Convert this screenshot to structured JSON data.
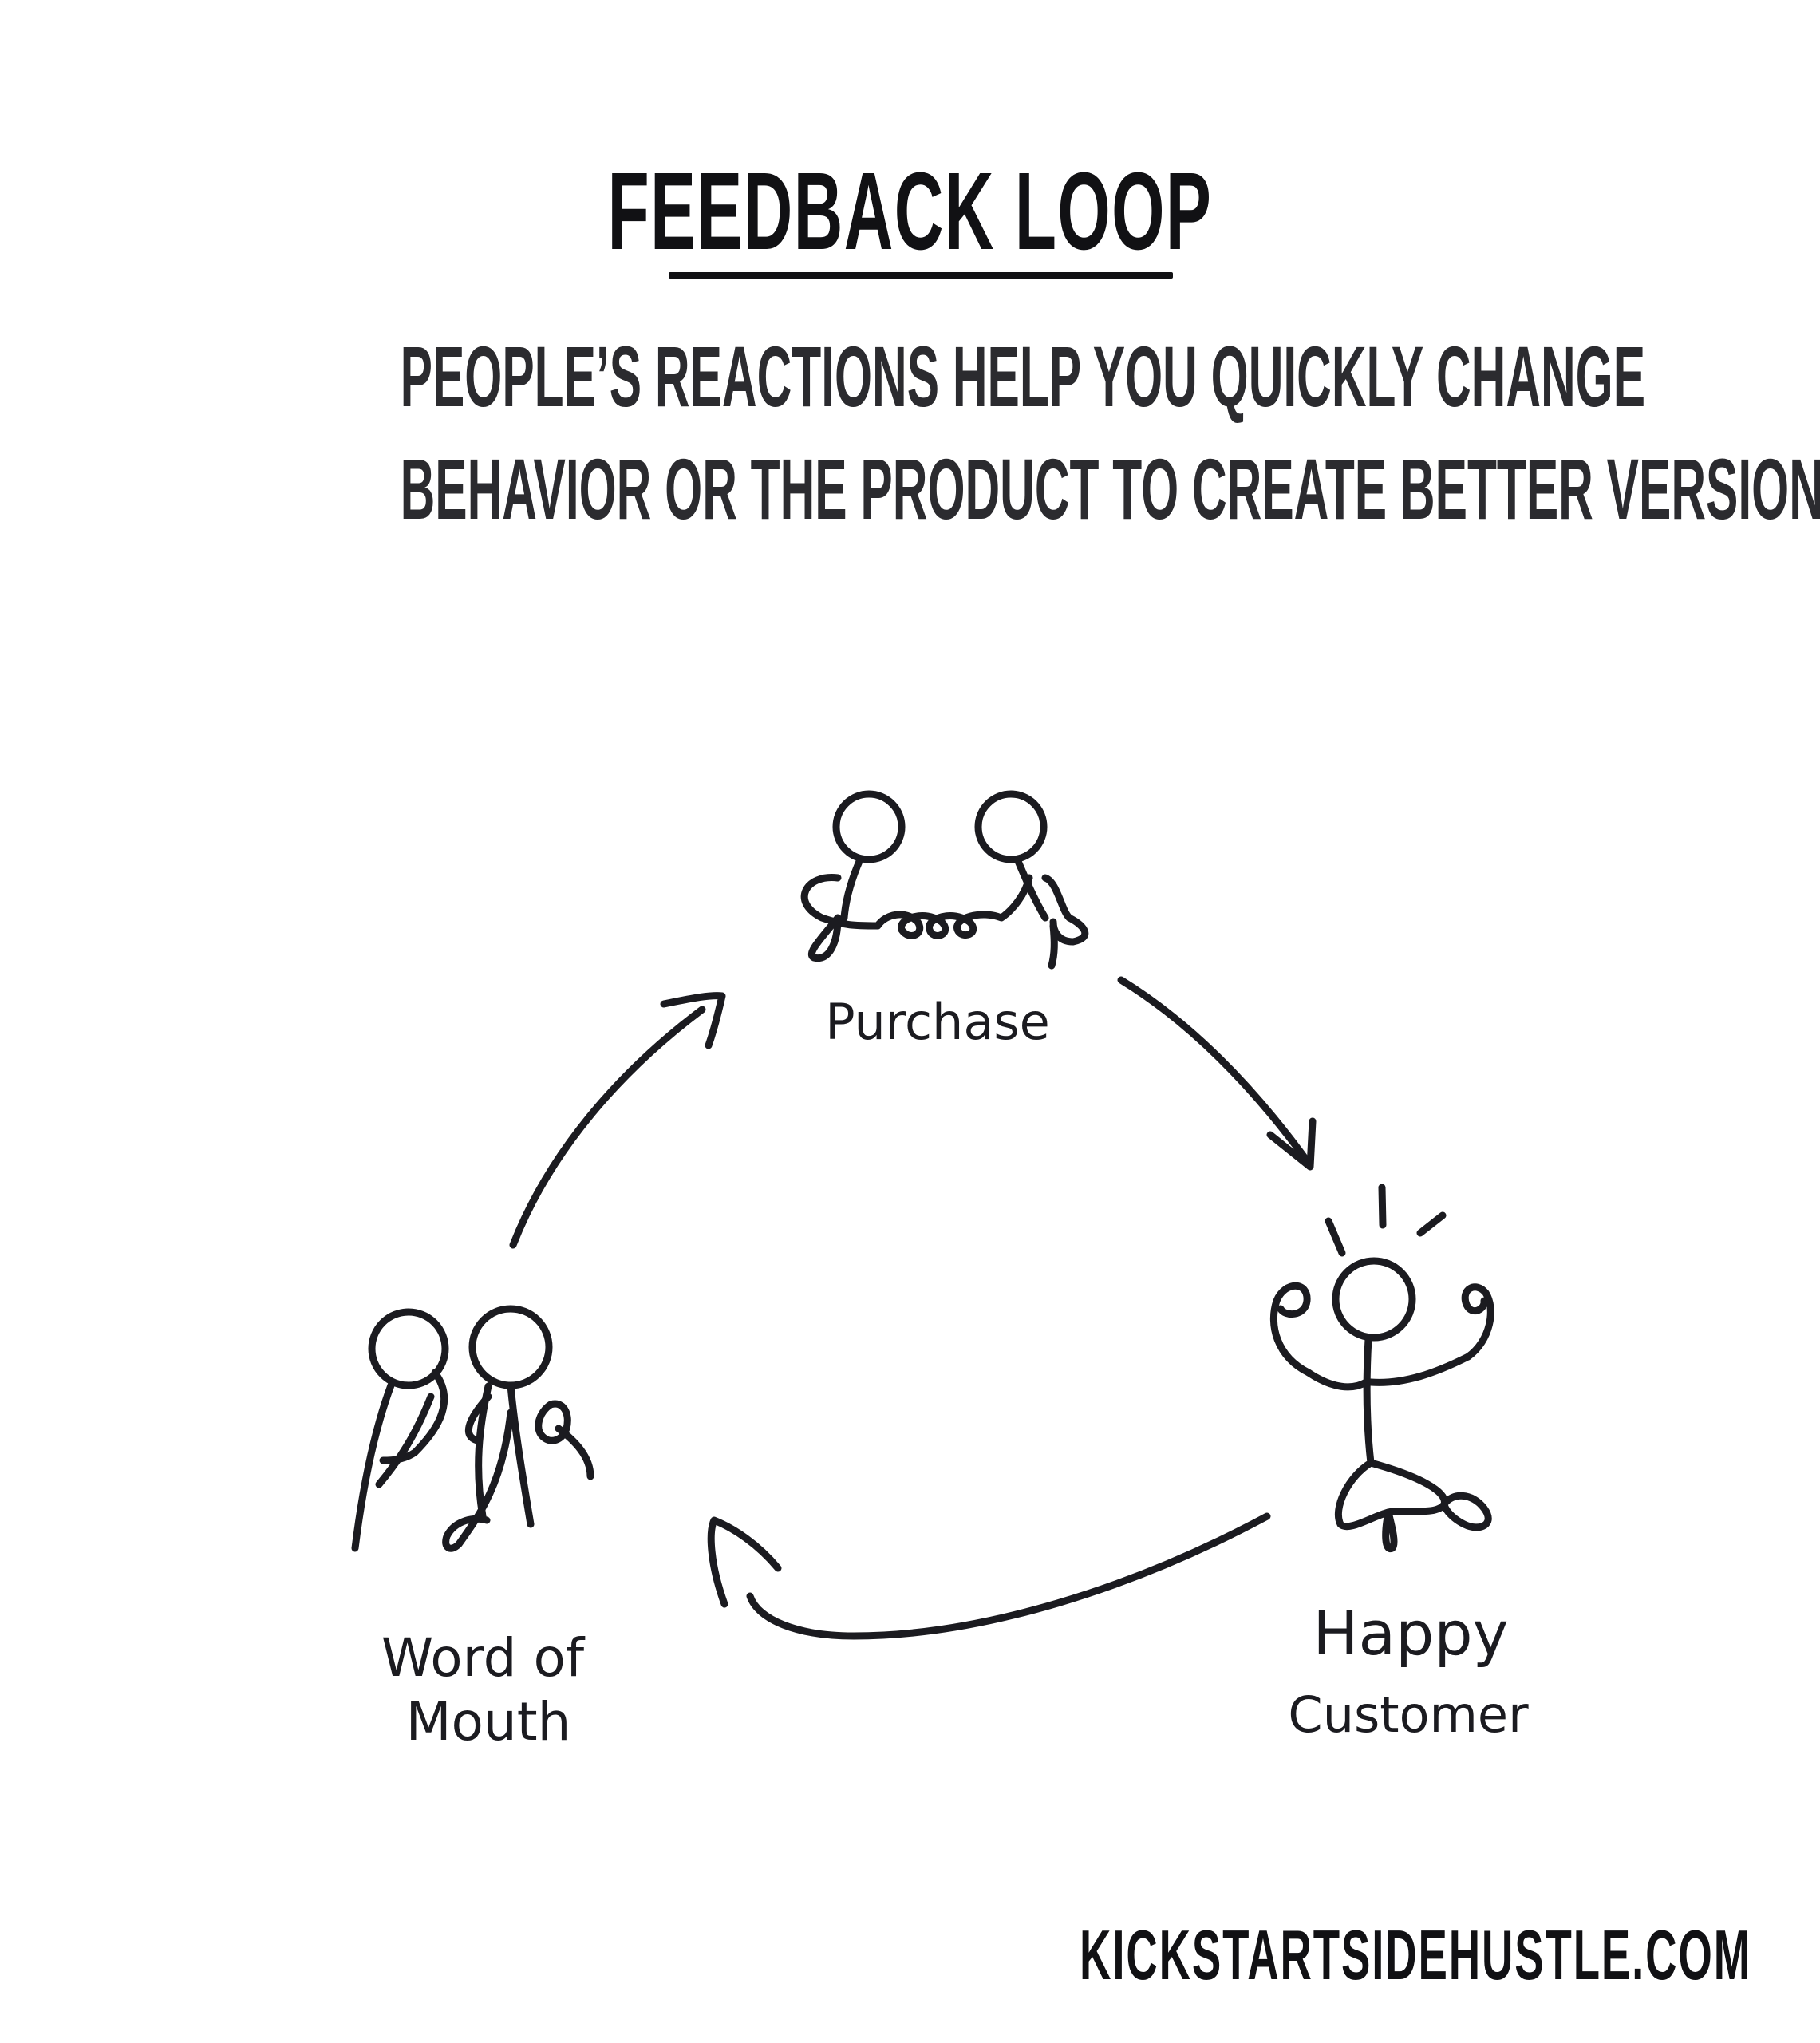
{
  "title": "FEEDBACK LOOP",
  "subtitle": {
    "line1": "PEOPLE’S REACTIONS HELP YOU QUICKLY CHANGE",
    "line2": "BEHAVIOR OR THE PRODUCT TO CREATE BETTER VERSION"
  },
  "nodes": {
    "purchase": {
      "label": "Purchase",
      "icon": "handshake-icon"
    },
    "happy_customer": {
      "label_line1": "Happy",
      "label_line2": "Customer",
      "icon": "happy-person-icon"
    },
    "word_of_mouth": {
      "label_line1": "Word of",
      "label_line2": "Mouth",
      "icon": "whispering-people-icon"
    }
  },
  "flow": [
    "purchase",
    "happy_customer",
    "word_of_mouth",
    "purchase"
  ],
  "footer": "KICKSTARTSIDEHUSTLE.COM",
  "colors": {
    "ink": "#1b1b20",
    "background": "#ffffff"
  }
}
